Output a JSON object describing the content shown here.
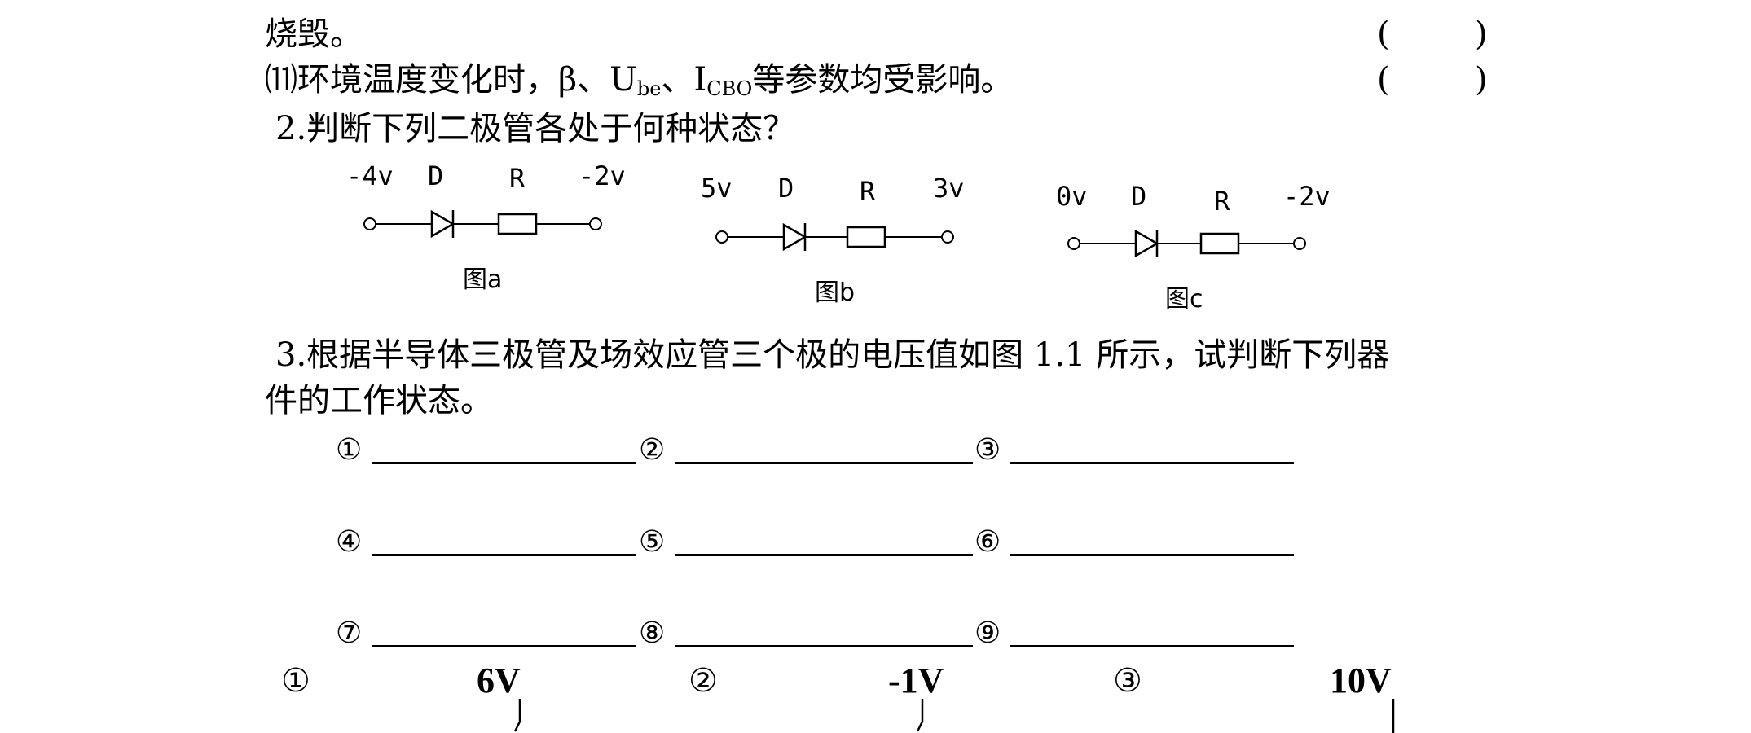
{
  "q1": {
    "line_burn": "烧毁。",
    "item11_prefix": "⑾环境温度变化时，β、U",
    "item11_sub1": "be",
    "item11_mid": "、I",
    "item11_sub2": "CBO",
    "item11_suffix": "等参数均受影响。",
    "paren_open": "(",
    "paren_close": ")"
  },
  "q2": {
    "title": "2.判断下列二极管各处于何种状态？",
    "circuits": [
      {
        "left_v": "-4v",
        "diode": "D",
        "resistor": "R",
        "right_v": "-2v",
        "caption": "图a"
      },
      {
        "left_v": "5v",
        "diode": "D",
        "resistor": "R",
        "right_v": "3v",
        "caption": "图b"
      },
      {
        "left_v": "0v",
        "diode": "D",
        "resistor": "R",
        "right_v": "-2v",
        "caption": "图c"
      }
    ]
  },
  "q3": {
    "title_line1": "3.根据半导体三极管及场效应管三个极的电压值如图 1.1 所示，试判断下列器",
    "title_line2": "件的工作状态。",
    "answers": [
      "①",
      "②",
      "③",
      "④",
      "⑤",
      "⑥",
      "⑦",
      "⑧",
      "⑨"
    ]
  },
  "fig11": {
    "items": [
      {
        "num": "①",
        "voltage": "6V"
      },
      {
        "num": "②",
        "voltage": "-1V"
      },
      {
        "num": "③",
        "voltage": "10V"
      }
    ]
  }
}
